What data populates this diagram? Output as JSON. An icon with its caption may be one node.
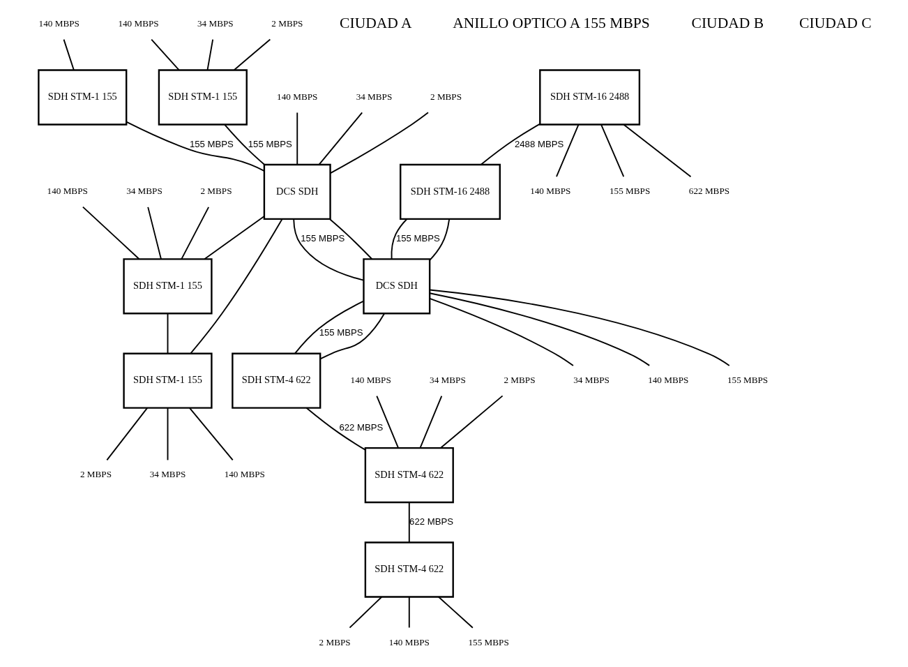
{
  "diagram": {
    "nodes": [
      {
        "text": [
          "SDH STM-1 155"
        ]
      },
      {
        "text": [
          "SDH STM-1 155"
        ]
      },
      {
        "text": [
          "DCS SDH"
        ]
      },
      {
        "text": [
          "SDH STM-1 155"
        ]
      },
      {
        "text": [
          "SDH STM-1 155"
        ]
      },
      {
        "text": [
          "SDH STM-16 2488"
        ]
      },
      {
        "text": [
          "SDH STM-16 2488"
        ]
      },
      {
        "text": [
          "DCS SDH"
        ]
      },
      {
        "text": [
          "SDH STM-4 622"
        ]
      },
      {
        "text": [
          "SDH STM-4 622"
        ]
      },
      {
        "text": [
          "SDH STM-4 622"
        ]
      },
      {
        "text": [
          "140 MBPS"
        ]
      },
      {
        "text": [
          "140 MBPS"
        ]
      },
      {
        "text": [
          "34 MBPS"
        ]
      },
      {
        "text": [
          "2 MBPS"
        ]
      },
      {
        "text": [
          "140 MBPS"
        ]
      },
      {
        "text": [
          "34 MBPS"
        ]
      },
      {
        "text": [
          "2 MBPS"
        ]
      },
      {
        "text": [
          "140 MBPS"
        ]
      },
      {
        "text": [
          "34 MBPS"
        ]
      },
      {
        "text": [
          "2 MBPS"
        ]
      },
      {
        "text": [
          "2 MBPS"
        ]
      },
      {
        "text": [
          "34 MBPS"
        ]
      },
      {
        "text": [
          "140 MBPS"
        ]
      },
      {
        "text": [
          "140 MBPS"
        ]
      },
      {
        "text": [
          "155 MBPS"
        ]
      },
      {
        "text": [
          "622 MBPS"
        ]
      },
      {
        "text": [
          "34 MBPS"
        ]
      },
      {
        "text": [
          "140 MBPS"
        ]
      },
      {
        "text": [
          "155 MBPS"
        ]
      },
      {
        "text": [
          "140 MBPS"
        ]
      },
      {
        "text": [
          "34 MBPS"
        ]
      },
      {
        "text": [
          "2 MBPS"
        ]
      },
      {
        "text": [
          "2 MBPS"
        ]
      },
      {
        "text": [
          "140 MBPS"
        ]
      },
      {
        "text": [
          "155 MBPS"
        ]
      }
    ],
    "edges": [
      {
        "from": 0,
        "to": 2,
        "arrow": "none",
        "label": "155 MBPS"
      },
      {
        "from": 1,
        "to": 2,
        "arrow": "none",
        "label": "155 MBPS"
      },
      {
        "from": 2,
        "to": 3,
        "arrow": "none"
      },
      {
        "from": 3,
        "to": 4,
        "arrow": "none"
      },
      {
        "from": 4,
        "to": 2,
        "arrow": "none"
      },
      {
        "from": 2,
        "to": 7,
        "arrow": "none",
        "label": "155 MBPS"
      },
      {
        "from": 2,
        "to": 7,
        "arrow": "none"
      },
      {
        "from": 5,
        "to": 6,
        "arrow": "none",
        "label": "2488 MBPS"
      },
      {
        "from": 6,
        "to": 7,
        "arrow": "none",
        "label": "155 MBPS"
      },
      {
        "from": 6,
        "to": 7,
        "arrow": "none"
      },
      {
        "from": 7,
        "to": 8,
        "arrow": "none",
        "label": "155 MBPS"
      },
      {
        "from": 7,
        "to": 8,
        "arrow": "none"
      },
      {
        "from": 8,
        "to": 9,
        "arrow": "none",
        "label": "622 MBPS"
      },
      {
        "from": 9,
        "to": 10,
        "arrow": "none",
        "label": "622 MBPS"
      },
      {
        "from": 11,
        "to": 0,
        "arrow": "none"
      },
      {
        "from": 12,
        "to": 1,
        "arrow": "none"
      },
      {
        "from": 13,
        "to": 1,
        "arrow": "none"
      },
      {
        "from": 14,
        "to": 1,
        "arrow": "none"
      },
      {
        "from": 15,
        "to": 2,
        "arrow": "none"
      },
      {
        "from": 16,
        "to": 2,
        "arrow": "none"
      },
      {
        "from": 17,
        "to": 2,
        "arrow": "none"
      },
      {
        "from": 18,
        "to": 3,
        "arrow": "none"
      },
      {
        "from": 19,
        "to": 3,
        "arrow": "none"
      },
      {
        "from": 20,
        "to": 3,
        "arrow": "none"
      },
      {
        "from": 4,
        "to": 21,
        "arrow": "none"
      },
      {
        "from": 4,
        "to": 22,
        "arrow": "none"
      },
      {
        "from": 4,
        "to": 23,
        "arrow": "none"
      },
      {
        "from": 5,
        "to": 24,
        "arrow": "none"
      },
      {
        "from": 5,
        "to": 25,
        "arrow": "none"
      },
      {
        "from": 5,
        "to": 26,
        "arrow": "none"
      },
      {
        "from": 7,
        "to": 27,
        "arrow": "none"
      },
      {
        "from": 7,
        "to": 28,
        "arrow": "none"
      },
      {
        "from": 7,
        "to": 29,
        "arrow": "none"
      },
      {
        "from": 30,
        "to": 9,
        "arrow": "none"
      },
      {
        "from": 31,
        "to": 9,
        "arrow": "none"
      },
      {
        "from": 32,
        "to": 9,
        "arrow": "none"
      },
      {
        "from": 10,
        "to": 33,
        "arrow": "none"
      },
      {
        "from": 10,
        "to": 34,
        "arrow": "none"
      },
      {
        "from": 10,
        "to": 35,
        "arrow": "none"
      }
    ],
    "labels": [
      "CIUDAD A",
      "ANILLO OPTICO A 155 MBPS",
      "CIUDAD B",
      "CIUDAD C"
    ]
  }
}
